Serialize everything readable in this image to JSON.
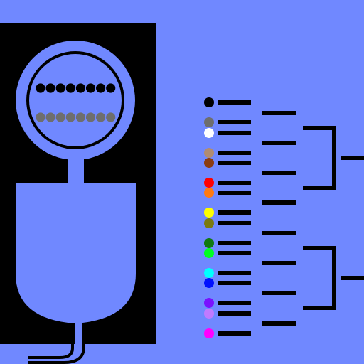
{
  "colors": {
    "background": "#7088ff",
    "panel": "#000000",
    "device_fill": "#7088ff",
    "line": "#000000",
    "guess_peg": "#000000",
    "empty_peg": "#6e6e6e"
  },
  "scale": {
    "top_row_pegs": 8,
    "bottom_row_pegs": 8
  },
  "palette": [
    {
      "name": "black",
      "color": "#000000"
    },
    {
      "name": "gray",
      "color": "#6e6e6e"
    },
    {
      "name": "white",
      "color": "#ffffff"
    },
    {
      "name": "tan",
      "color": "#b08c73"
    },
    {
      "name": "brown",
      "color": "#8b3c10"
    },
    {
      "name": "red",
      "color": "#ff0000"
    },
    {
      "name": "orange",
      "color": "#ff7a10"
    },
    {
      "name": "yellow",
      "color": "#ffff00"
    },
    {
      "name": "olive",
      "color": "#7a7a10"
    },
    {
      "name": "green",
      "color": "#107a10"
    },
    {
      "name": "lime",
      "color": "#00ff20"
    },
    {
      "name": "cyan",
      "color": "#00ffff"
    },
    {
      "name": "blue",
      "color": "#0010ff"
    },
    {
      "name": "violet",
      "color": "#7a10ff"
    },
    {
      "name": "lavender",
      "color": "#c07aff"
    },
    {
      "name": "magenta",
      "color": "#ff00ff"
    }
  ],
  "icons": {
    "device": "weighing-scale-icon",
    "tree": "bracket-tree-icon"
  }
}
